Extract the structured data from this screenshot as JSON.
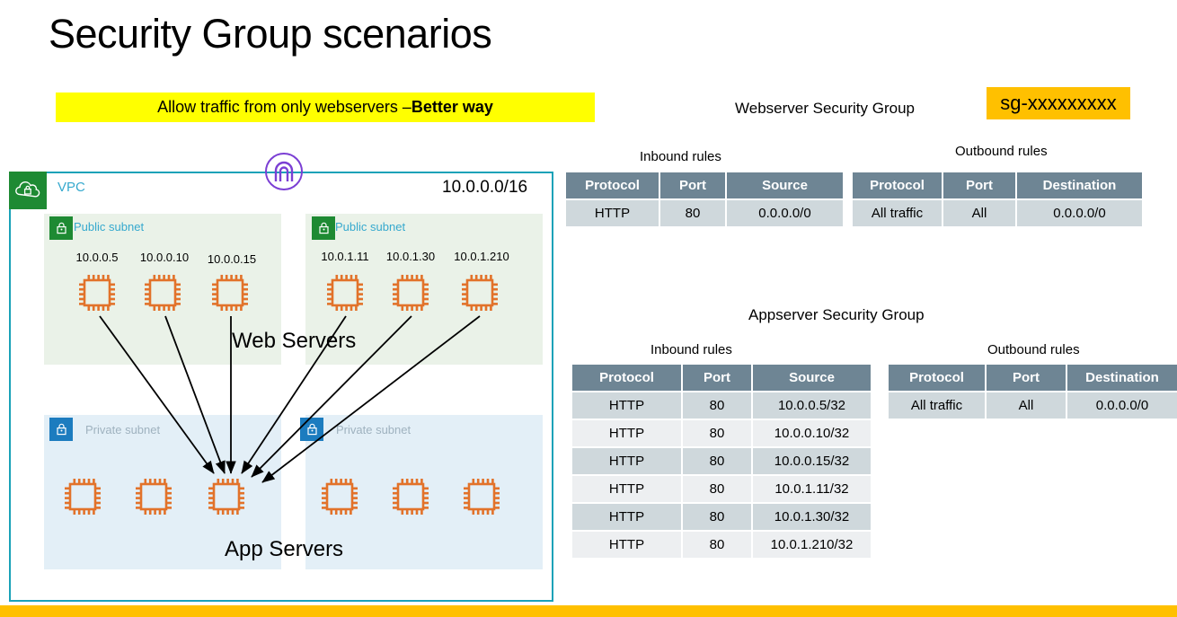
{
  "title": "Security Group scenarios",
  "banner": {
    "text_prefix": "Allow traffic from only webservers – ",
    "text_bold": "Better way"
  },
  "diagram": {
    "vpc_label": "VPC",
    "vpc_cidr": "10.0.0.0/16",
    "vpc_icon": "vpc-cloud-lock-icon",
    "igw_icon": "internet-gateway-icon",
    "subnets": [
      {
        "label": "Public subnet",
        "icon": "lock-icon"
      },
      {
        "label": "Public subnet",
        "icon": "lock-icon"
      },
      {
        "label": "Private subnet",
        "icon": "lock-icon"
      },
      {
        "label": "Private subnet",
        "icon": "lock-icon"
      }
    ],
    "web_servers": [
      {
        "ip": "10.0.0.5"
      },
      {
        "ip": "10.0.0.10"
      },
      {
        "ip": "10.0.0.15"
      },
      {
        "ip": "10.0.1.11"
      },
      {
        "ip": "10.0.1.30"
      },
      {
        "ip": "10.0.1.210"
      }
    ],
    "web_tier_label": "Web Servers",
    "app_tier_label": "App Servers"
  },
  "webserver_sg": {
    "title": "Webserver Security Group",
    "badge": "sg-xxxxxxxxx",
    "inbound": {
      "caption": "Inbound rules",
      "headers": [
        "Protocol",
        "Port",
        "Source"
      ],
      "rows": [
        [
          "HTTP",
          "80",
          "0.0.0.0/0"
        ]
      ]
    },
    "outbound": {
      "caption": "Outbound rules",
      "headers": [
        "Protocol",
        "Port",
        "Destination"
      ],
      "rows": [
        [
          "All traffic",
          "All",
          "0.0.0.0/0"
        ]
      ]
    }
  },
  "appserver_sg": {
    "title": "Appserver Security Group",
    "inbound": {
      "caption": "Inbound rules",
      "headers": [
        "Protocol",
        "Port",
        "Source"
      ],
      "rows": [
        [
          "HTTP",
          "80",
          "10.0.0.5/32"
        ],
        [
          "HTTP",
          "80",
          "10.0.0.10/32"
        ],
        [
          "HTTP",
          "80",
          "10.0.0.15/32"
        ],
        [
          "HTTP",
          "80",
          "10.0.1.11/32"
        ],
        [
          "HTTP",
          "80",
          "10.0.1.30/32"
        ],
        [
          "HTTP",
          "80",
          "10.0.1.210/32"
        ]
      ]
    },
    "outbound": {
      "caption": "Outbound rules",
      "headers": [
        "Protocol",
        "Port",
        "Destination"
      ],
      "rows": [
        [
          "All traffic",
          "All",
          "0.0.0.0/0"
        ]
      ]
    }
  },
  "colors": {
    "banner_yellow": "#FFFF00",
    "badge_orange": "#FFC000",
    "vpc_border": "#1AA2B8",
    "subnet_green_icon": "#1E8A33",
    "subnet_blue_icon": "#1C7CBF",
    "table_header": "#6E8594",
    "ec2_orange": "#E2722A",
    "bottom_bar": "#FFC000"
  }
}
